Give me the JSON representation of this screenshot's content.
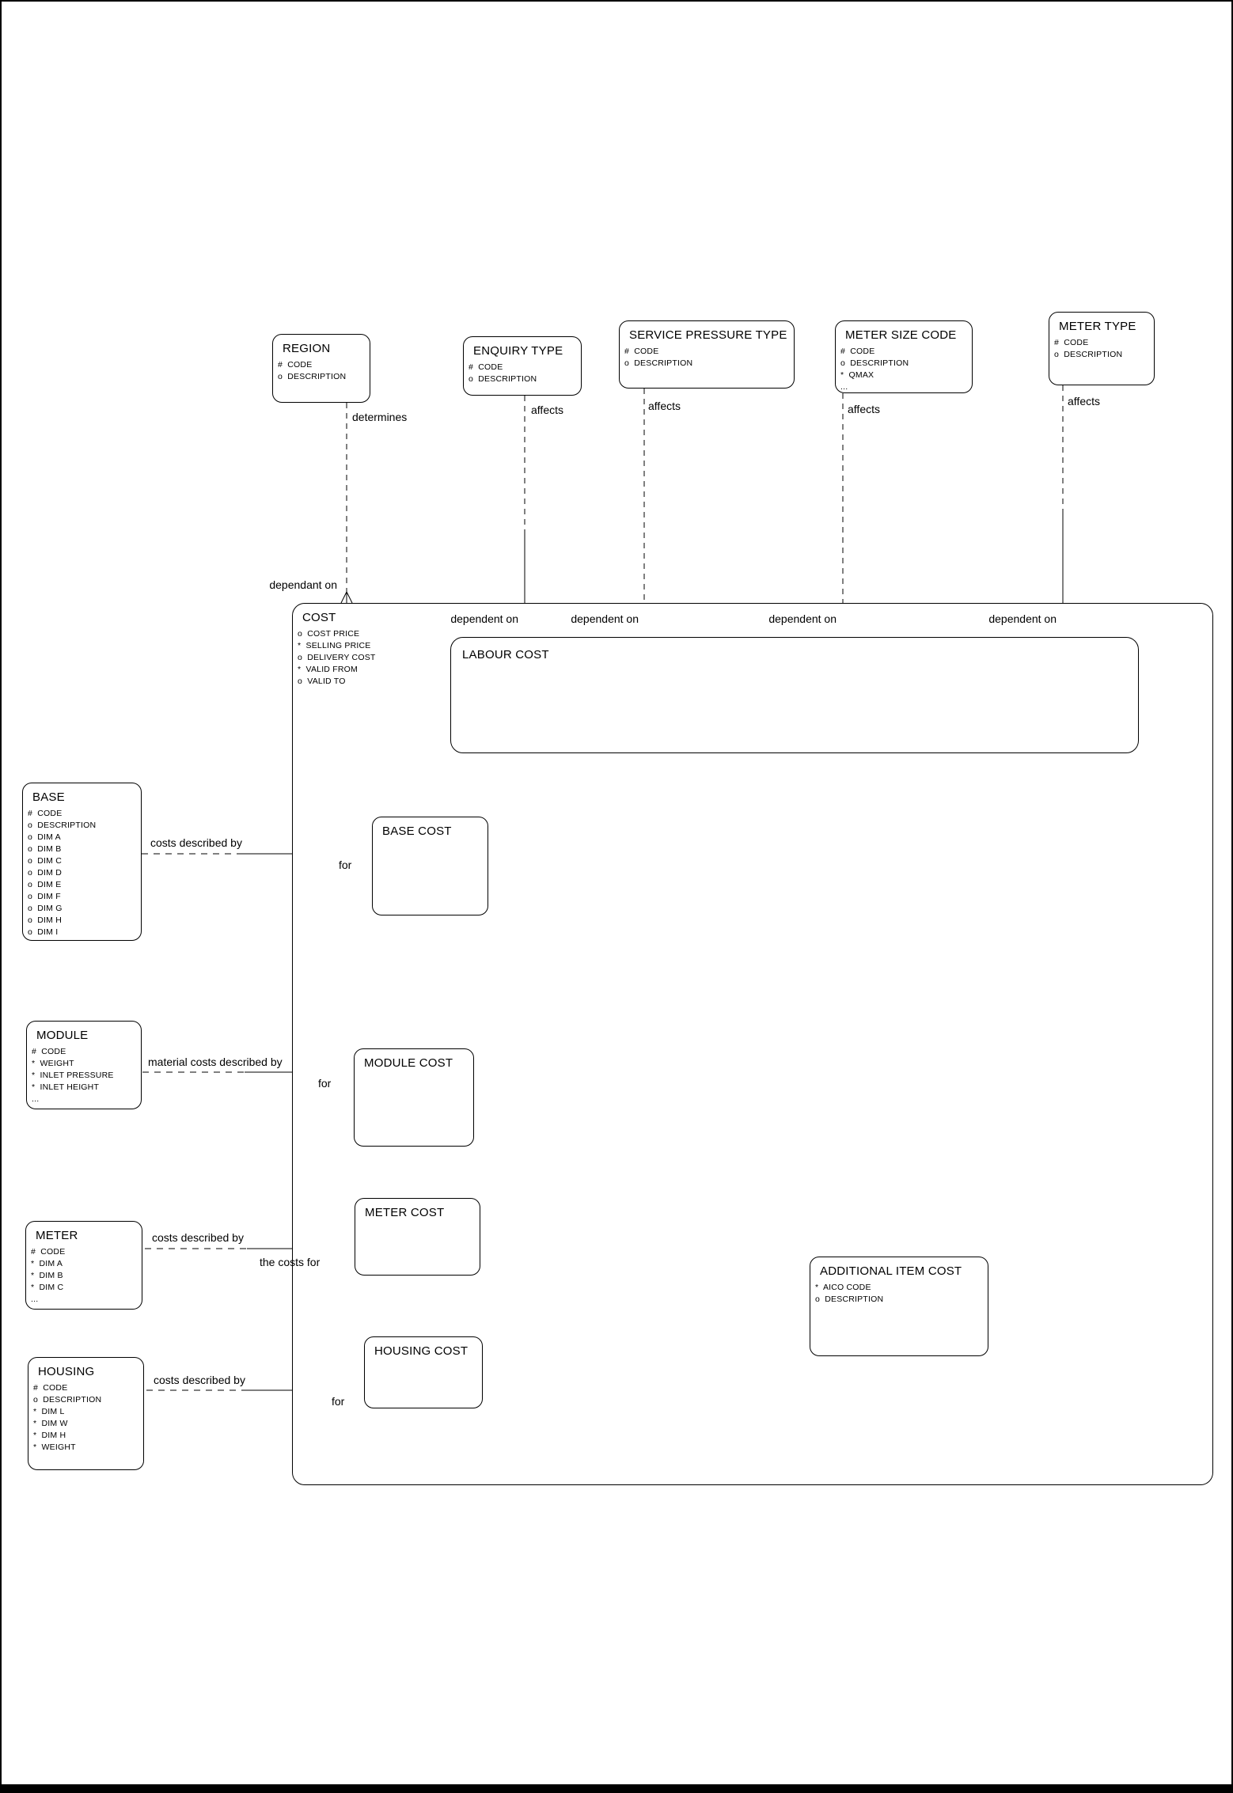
{
  "diagram": {
    "entities": {
      "region": {
        "title": "REGION",
        "attrs": [
          "#  CODE",
          "o  DESCRIPTION"
        ]
      },
      "enquiry_type": {
        "title": "ENQUIRY TYPE",
        "attrs": [
          "#  CODE",
          "o  DESCRIPTION"
        ]
      },
      "service_pressure_type": {
        "title": "SERVICE PRESSURE TYPE",
        "attrs": [
          "#  CODE",
          "o  DESCRIPTION"
        ]
      },
      "meter_size_code": {
        "title": "METER SIZE CODE",
        "attrs": [
          "#  CODE",
          "o  DESCRIPTION",
          "*  QMAX",
          "..."
        ]
      },
      "meter_type": {
        "title": "METER TYPE",
        "attrs": [
          "#  CODE",
          "o  DESCRIPTION"
        ]
      },
      "cost": {
        "title": "COST",
        "attrs": [
          "o  COST PRICE",
          "*  SELLING PRICE",
          "o  DELIVERY COST",
          "*  VALID FROM",
          "o  VALID TO"
        ]
      },
      "labour_cost": {
        "title": "LABOUR COST",
        "attrs": []
      },
      "base": {
        "title": "BASE",
        "attrs": [
          "#  CODE",
          "o  DESCRIPTION",
          "o  DIM A",
          "o  DIM B",
          "o  DIM C",
          "o  DIM D",
          "o  DIM E",
          "o  DIM F",
          "o  DIM G",
          "o  DIM H",
          "o  DIM I"
        ]
      },
      "base_cost": {
        "title": "BASE COST",
        "attrs": []
      },
      "module": {
        "title": "MODULE",
        "attrs": [
          "#  CODE",
          "*  WEIGHT",
          "*  INLET PRESSURE",
          "*  INLET HEIGHT",
          "..."
        ]
      },
      "module_cost": {
        "title": "MODULE COST",
        "attrs": []
      },
      "meter": {
        "title": "METER",
        "attrs": [
          "#  CODE",
          "*  DIM A",
          "*  DIM B",
          "*  DIM C",
          "..."
        ]
      },
      "meter_cost": {
        "title": "METER COST",
        "attrs": []
      },
      "housing": {
        "title": "HOUSING",
        "attrs": [
          "#  CODE",
          "o  DESCRIPTION",
          "*  DIM L",
          "*  DIM W",
          "*  DIM H",
          "*  WEIGHT"
        ]
      },
      "housing_cost": {
        "title": "HOUSING COST",
        "attrs": []
      },
      "additional_item_cost": {
        "title": "ADDITIONAL ITEM COST",
        "attrs": [
          "*  AICO CODE",
          "o  DESCRIPTION"
        ]
      }
    },
    "labels": {
      "determines": "determines",
      "dependant_on": "dependant on",
      "affects": "affects",
      "dependent_on": "dependent on",
      "costs_described_by": "costs described by",
      "material_costs_described_by": "material costs described by",
      "the_costs_for": "the costs for",
      "for": "for"
    },
    "colors": {
      "line": "#000000",
      "background": "#ffffff"
    }
  }
}
